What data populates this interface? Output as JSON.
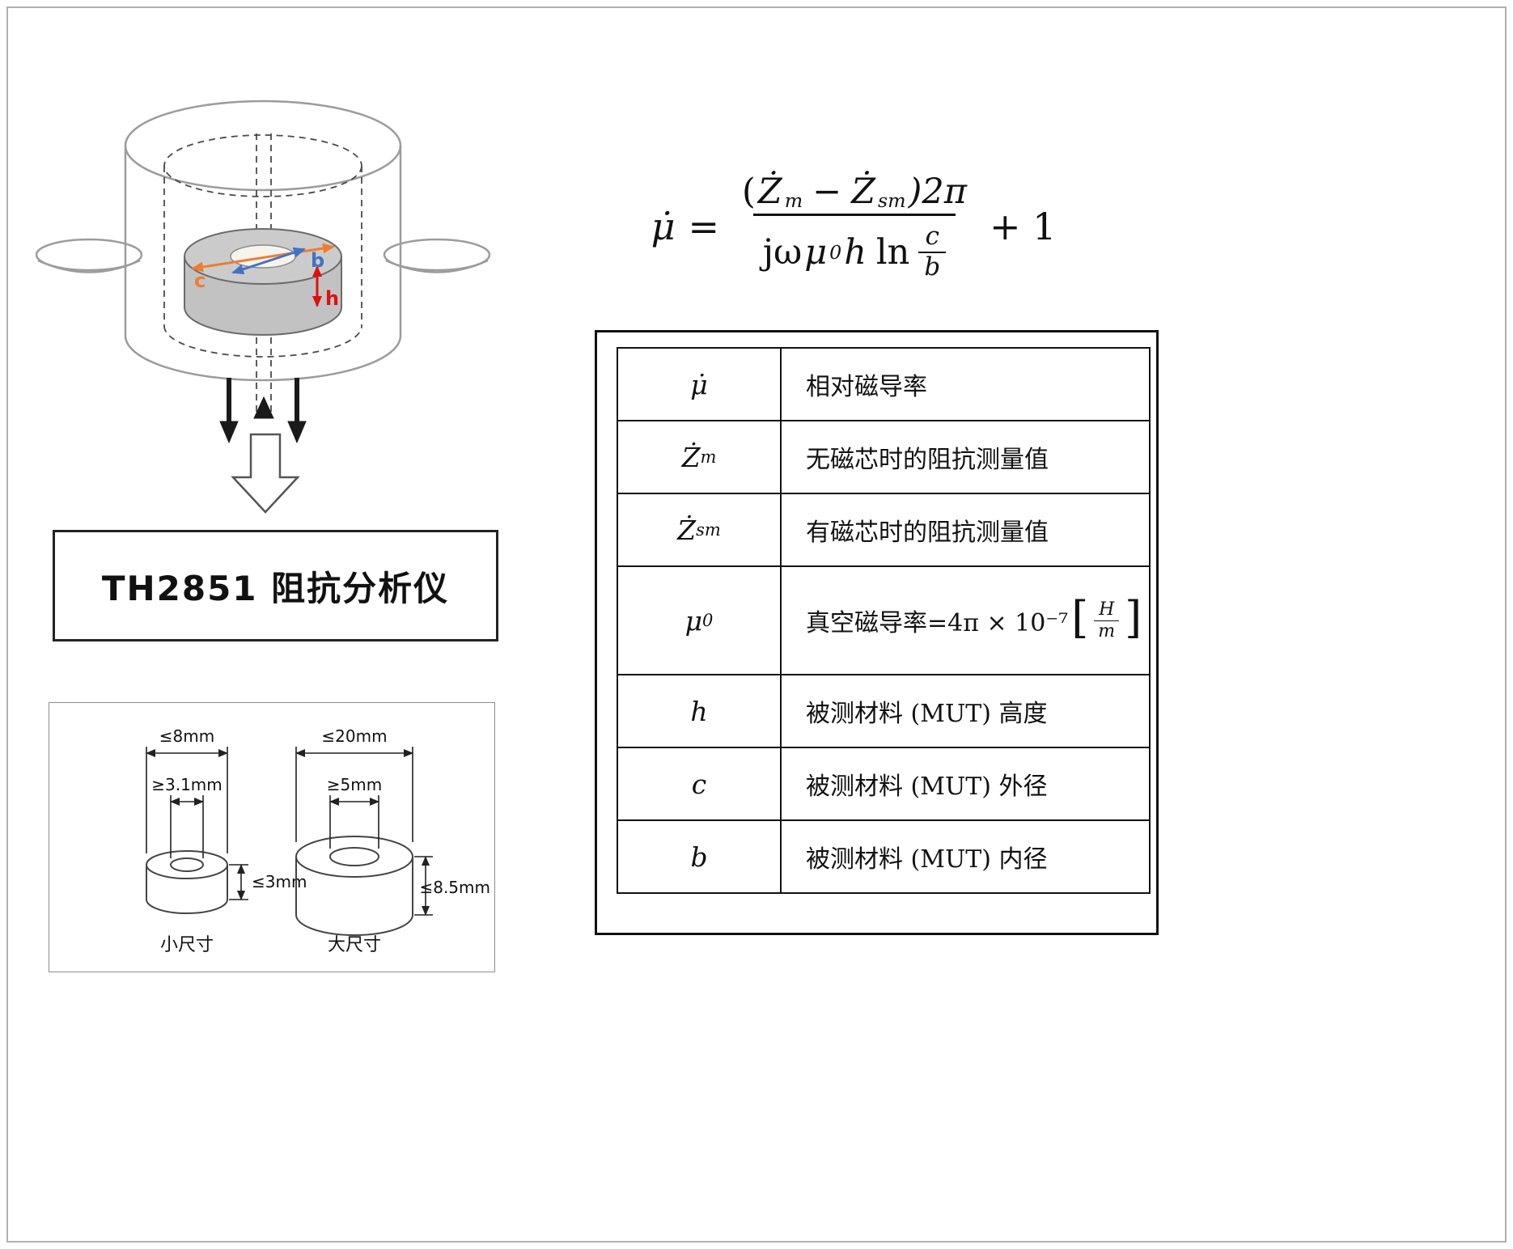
{
  "fixture": {
    "label_b": "b",
    "label_c": "c",
    "label_h": "h"
  },
  "analyzer_box": {
    "label": "TH2851 阻抗分析仪"
  },
  "dims": {
    "small": {
      "outer": "≤8mm",
      "inner": "≥3.1mm",
      "height": "≤3mm",
      "caption": "小尺寸"
    },
    "large": {
      "outer": "≤20mm",
      "inner": "≥5mm",
      "height": "≤8.5mm",
      "caption": "大尺寸"
    }
  },
  "formula": {
    "lhs_base": "μ̇",
    "equals": "=",
    "num_open": "(",
    "num_z1": "Ż",
    "num_sub1": "m",
    "num_minus": "−",
    "num_z2": "Ż",
    "num_sub2": "sm",
    "num_close": ")2π",
    "den_j": "jω",
    "den_mu": "μ",
    "den_mu_sub": "0",
    "den_h": "h",
    "den_ln": "ln",
    "den_frac_top": "c",
    "den_frac_bottom": "b",
    "plus_one": "+ 1"
  },
  "table": {
    "rows": [
      {
        "sym": "μ̇",
        "sub": "",
        "desc": "相对磁导率"
      },
      {
        "sym": "Ż",
        "sub": "m",
        "desc": "无磁芯时的阻抗测量值"
      },
      {
        "sym": "Ż",
        "sub": "sm",
        "desc": "有磁芯时的阻抗测量值"
      },
      {
        "sym": "μ",
        "sub": "0",
        "desc_prefix": "真空磁导率=4π × 10⁻⁷",
        "bracket_open": "[",
        "frac_top": "H",
        "frac_bottom": "m",
        "bracket_close": "]"
      },
      {
        "sym": "h",
        "sub": "",
        "desc": "被测材料 (MUT) 高度"
      },
      {
        "sym": "c",
        "sub": "",
        "desc": "被测材料 (MUT) 外径"
      },
      {
        "sym": "b",
        "sub": "",
        "desc": "被测材料 (MUT) 内径"
      }
    ]
  }
}
